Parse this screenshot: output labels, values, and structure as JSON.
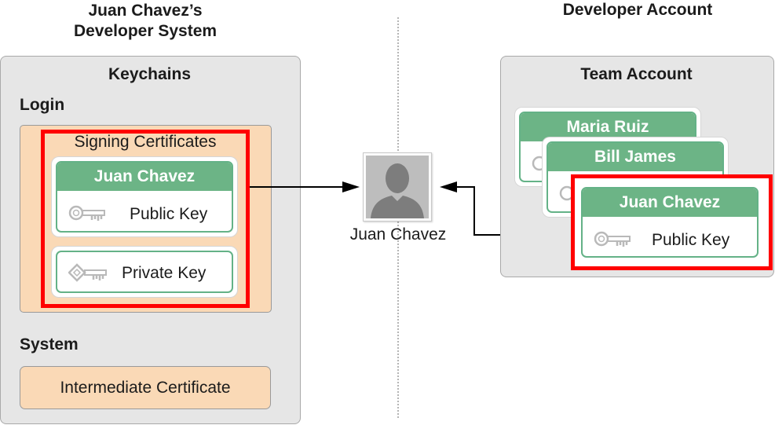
{
  "developer_system": {
    "heading_line1": "Juan Chavez’s",
    "heading_line2": "Developer System",
    "panel_title": "Keychains",
    "login_label": "Login",
    "signing_title": "Signing Certificates",
    "cert_owner": "Juan Chavez",
    "public_key_label": "Public Key",
    "private_key_label": "Private Key",
    "system_label": "System",
    "intermediate_label": "Intermediate Certificate"
  },
  "center": {
    "person_label": "Juan Chavez"
  },
  "developer_account": {
    "heading": "Developer Account",
    "panel_title": "Team Account",
    "members": [
      {
        "name": "Maria Ruiz"
      },
      {
        "name": "Bill James"
      },
      {
        "name": "Juan Chavez",
        "key_label": "Public Key"
      }
    ]
  },
  "colors": {
    "panel": "#e6e6e6",
    "peach": "#fad9b6",
    "green_header": "#6cb486",
    "highlight": "#ff0000"
  },
  "icons": [
    "public-key-icon",
    "private-key-icon",
    "person-silhouette-icon",
    "arrow-icon"
  ]
}
